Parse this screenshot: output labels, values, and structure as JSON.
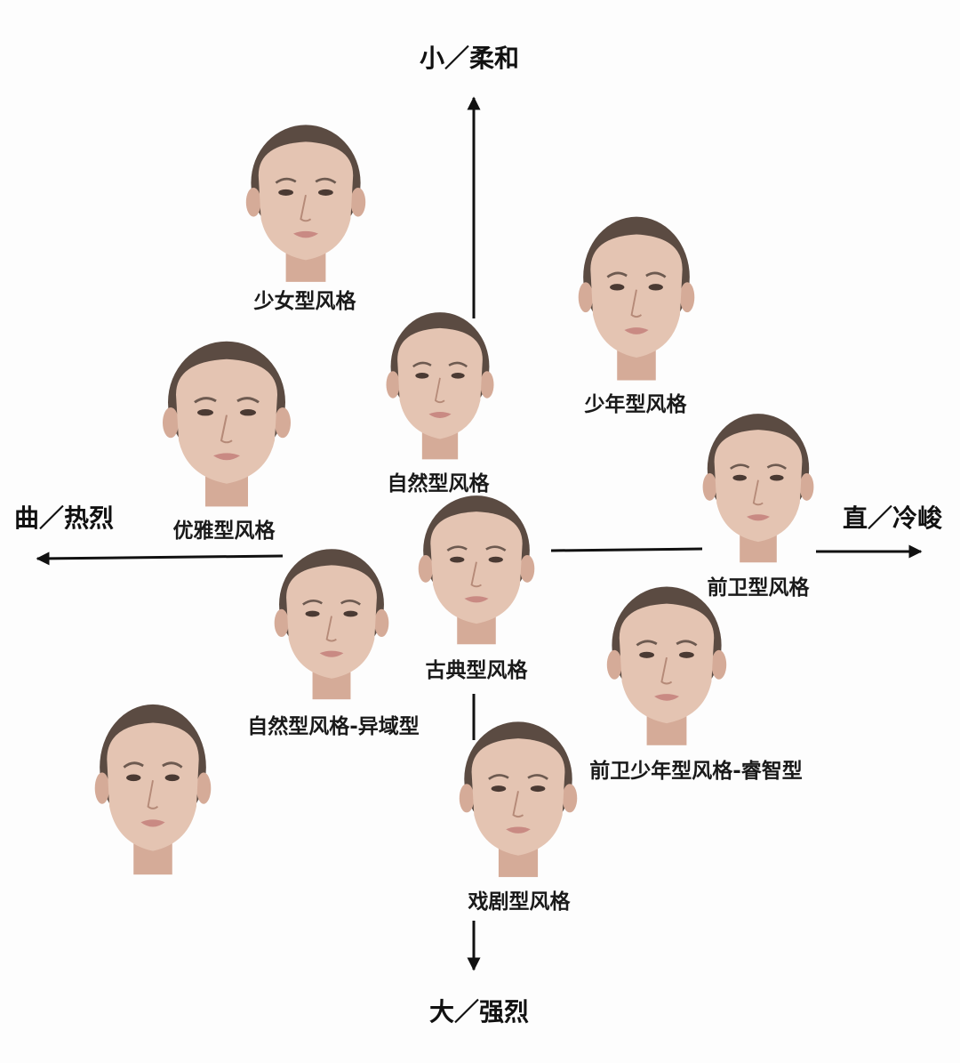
{
  "axes": {
    "top": "小／柔和",
    "bottom": "大／强烈",
    "left": "曲／热烈",
    "right": "直／冷峻"
  },
  "styles": [
    {
      "id": "girl",
      "label": "少女型风格"
    },
    {
      "id": "boy",
      "label": "少年型风格"
    },
    {
      "id": "natural",
      "label": "自然型风格"
    },
    {
      "id": "elegant",
      "label": "优雅型风格"
    },
    {
      "id": "avantgarde",
      "label": "前卫型风格"
    },
    {
      "id": "classic",
      "label": "古典型风格"
    },
    {
      "id": "natural-exotic",
      "label": "自然型风格-异域型"
    },
    {
      "id": "avantgarde-boy-smart",
      "label": "前卫少年型风格-睿智型"
    },
    {
      "id": "dramatic",
      "label": "戏剧型风格"
    },
    {
      "id": "unlabeled",
      "label": ""
    }
  ],
  "colors": {
    "skin": "#e4c4b2",
    "skin_shade": "#d5ab98",
    "hair": "#5b4b42",
    "lips": "#c98a83",
    "text": "#1a1a1a"
  }
}
